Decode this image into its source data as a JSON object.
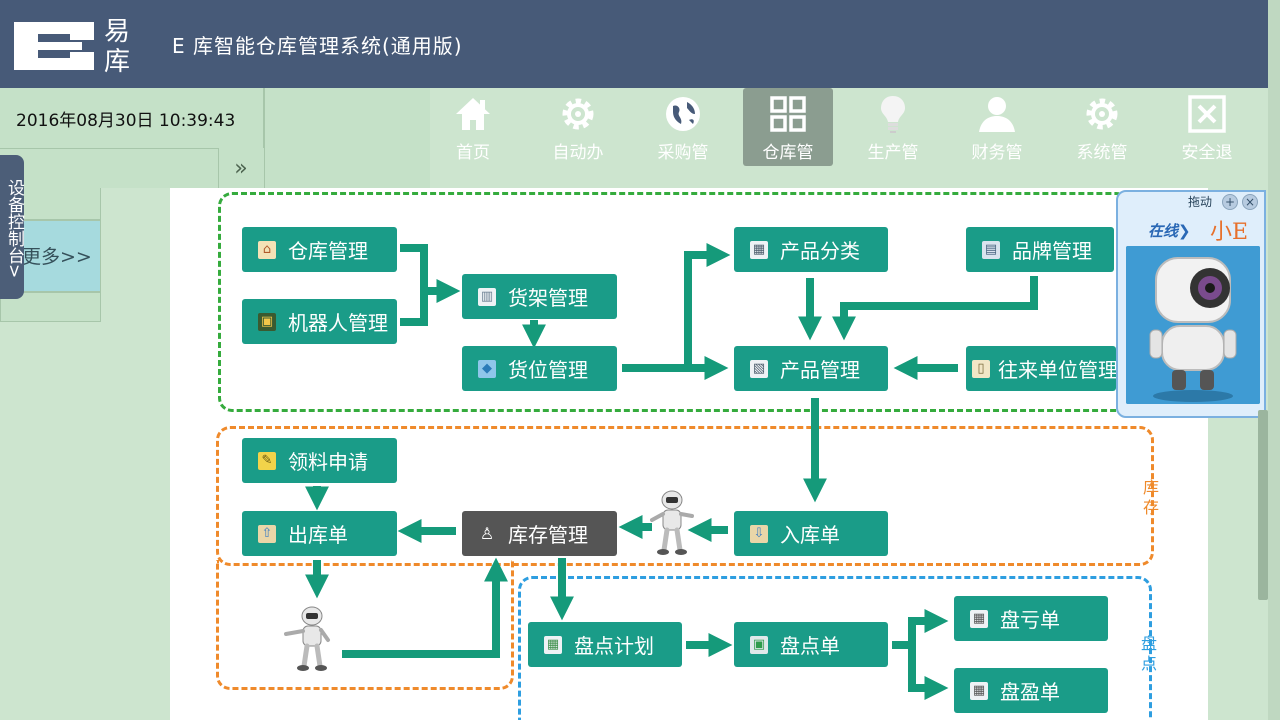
{
  "header": {
    "logo_char_1": "易",
    "logo_char_2": "库",
    "title": "E 库智能仓库管理系统(通用版)"
  },
  "left": {
    "datetime": "2016年08月30日 10:39:43",
    "collapse_icon": "double-chevron-right-icon",
    "collapse_glyph": "»",
    "console_tab": "设备控制台>",
    "more": "更多>>"
  },
  "nav": [
    {
      "label": "首页",
      "icon": "home-icon"
    },
    {
      "label": "自动办",
      "icon": "gear-icon"
    },
    {
      "label": "采购管",
      "icon": "globe-icon"
    },
    {
      "label": "仓库管",
      "icon": "grid-icon",
      "active": true
    },
    {
      "label": "生产管",
      "icon": "bulb-icon"
    },
    {
      "label": "财务管",
      "icon": "user-icon"
    },
    {
      "label": "系统管",
      "icon": "gear-icon"
    },
    {
      "label": "安全退",
      "icon": "close-box-icon"
    }
  ],
  "flow": {
    "warehouse": "仓库管理",
    "robot": "机器人管理",
    "shelf": "货架管理",
    "location": "货位管理",
    "category": "产品分类",
    "brand": "品牌管理",
    "product": "产品管理",
    "partner": "往来单位管理",
    "requisition": "领料申请",
    "outbound": "出库单",
    "inventory": "库存管理",
    "inbound": "入库单",
    "count_plan": "盘点计划",
    "count_sheet": "盘点单",
    "loss_sheet": "盘亏单",
    "gain_sheet": "盘盈单"
  },
  "sections": {
    "stock": "库存",
    "count": "盘点"
  },
  "assistant": {
    "drag": "拖动",
    "online": "在线",
    "name": "小E",
    "online_glyph": "❯"
  },
  "colors": {
    "header_bg": "#475a78",
    "box_teal": "#1a9c88",
    "arrow_green": "#159a7a",
    "dash_green": "#35ab3d",
    "dash_orange": "#ef8a2b",
    "dash_blue": "#2e9ee0"
  }
}
